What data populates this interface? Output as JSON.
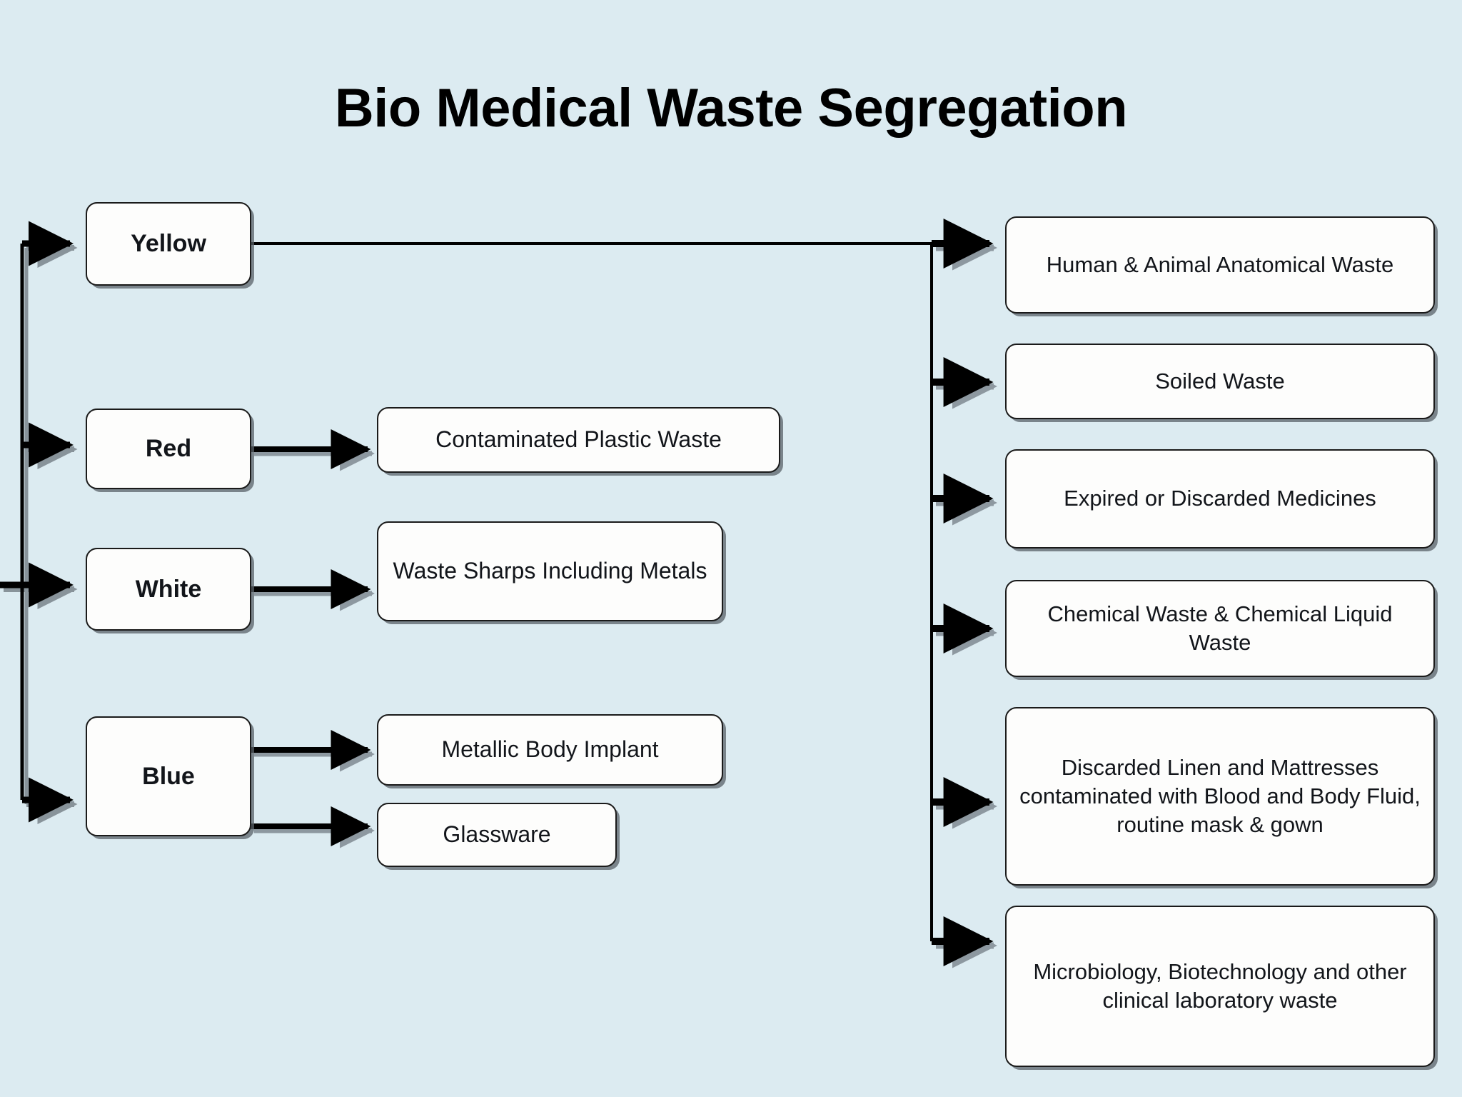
{
  "page": {
    "title": "Bio Medical Waste Segregation",
    "background_color": "#dcebf1",
    "box_fill_color": "#fdfdfc",
    "box_border_color": "#1a1a1a",
    "text_color": "#12151a",
    "connector_color": "#000000"
  },
  "categories": [
    {
      "id": "yellow",
      "label": "Yellow"
    },
    {
      "id": "red",
      "label": "Red"
    },
    {
      "id": "white",
      "label": "White"
    },
    {
      "id": "blue",
      "label": "Blue"
    }
  ],
  "middle_items": [
    {
      "id": "contaminated-plastic-waste",
      "label": "Contaminated Plastic Waste",
      "parent": "red"
    },
    {
      "id": "waste-sharps-including-metals",
      "label": "Waste Sharps Including Metals",
      "parent": "white"
    },
    {
      "id": "metallic-body-implant",
      "label": "Metallic Body Implant",
      "parent": "blue"
    },
    {
      "id": "glassware",
      "label": "Glassware",
      "parent": "blue"
    }
  ],
  "yellow_items": [
    {
      "id": "human-animal-anatomical-waste",
      "label": "Human & Animal Anatomical Waste"
    },
    {
      "id": "soiled-waste",
      "label": "Soiled Waste"
    },
    {
      "id": "expired-or-discarded-medicines",
      "label": "Expired or Discarded Medicines"
    },
    {
      "id": "chemical-waste-chemical-liquid-waste",
      "label": "Chemical Waste & Chemical Liquid Waste"
    },
    {
      "id": "discarded-linen-and-mattresses",
      "label": "Discarded Linen and Mattresses contaminated with Blood and Body Fluid, routine mask & gown"
    },
    {
      "id": "microbiology-biotechnology-waste",
      "label": "Microbiology, Biotechnology and other clinical laboratory waste"
    }
  ]
}
